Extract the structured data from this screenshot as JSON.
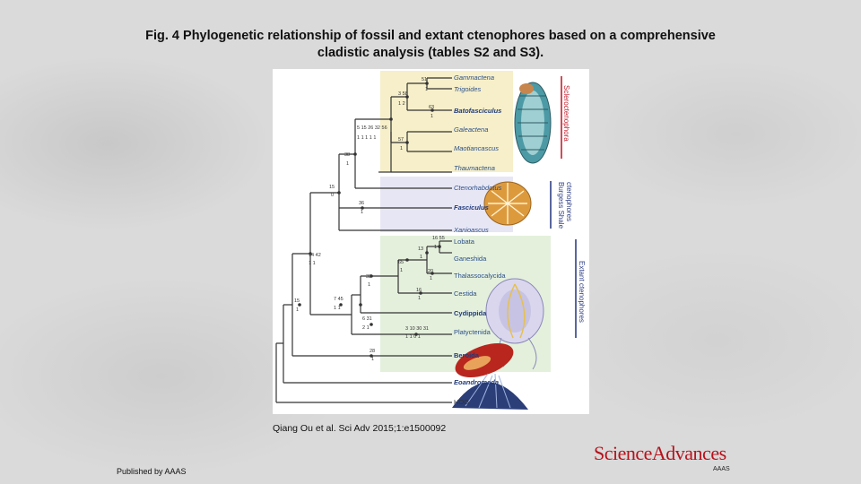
{
  "title": "Fig. 4 Phylogenetic relationship of fossil and extant ctenophores based on a comprehensive cladistic analysis (tables S2 and S3).",
  "caption": "Qiang Ou et al. Sci Adv 2015;1:e1500092",
  "published": "Published by AAAS",
  "logo": {
    "science": "Science",
    "advances": "Advances",
    "sub": "AAAS"
  },
  "colors": {
    "sclero_box": "#f6efc9",
    "burgess_box": "#e7e6f4",
    "extant_box": "#e4f0dc",
    "bold_taxon": "#203a7a",
    "taxon": "#2b4f8a",
    "sclero_bar": "#c3202f",
    "burgess_bar": "#2f3f86",
    "extant_bar": "#2f3f86"
  },
  "taxa": {
    "t1": "Gammactena",
    "t2": "Trigoides",
    "t3": "Batofasciculus",
    "t4": "Galeactena",
    "t5": "Maotiancascus",
    "t6": "Thaumactena",
    "t7": "Ctenorhabdotus",
    "t8": "Fasciculus",
    "t9": "Xanioascus",
    "t10": "Lobata",
    "t11": "Ganeshida",
    "t12": "Thalassocalycida",
    "t13": "Cestida",
    "t14": "Cydippida",
    "t15": "Platyctenida",
    "t16": "Beroida",
    "t17": "Eoandromeda",
    "t18": "HOG"
  },
  "groups": {
    "sclero": "Scleroctenophora",
    "burgess_1": "Burgess Shale",
    "burgess_2": "ctenophores",
    "extant": "Extant ctenophores"
  },
  "chars": {
    "c1a": "51",
    "c1b": "1",
    "c2a": "3 58",
    "c2b": "1 2",
    "c3a": "63",
    "c3b": "1",
    "c4a": "5 15 26 32 56",
    "c4b": "1 1 1 1 1",
    "c5a": "57",
    "c5b": "1",
    "c6a": "38",
    "c6b": "1",
    "c7a": "15",
    "c7b": "0",
    "c8a": "36",
    "c8b": "1",
    "c9a": "14 42",
    "c9b": "1 1",
    "c10a": "16 55",
    "c10b": "1 1",
    "c11a": "13",
    "c11b": "1",
    "c12a": "65",
    "c12b": "1",
    "c13a": "20",
    "c13b": "1",
    "c14a": "33",
    "c14b": "1",
    "c15a": "16",
    "c15b": "1",
    "c16a": "7 45",
    "c16b": "1 1",
    "c17a": "15",
    "c17b": "1",
    "c18a": "6 31",
    "c18b": "2 1",
    "c19a": "3 10 30 31",
    "c19b": "1 1 0 1",
    "c20a": "28",
    "c20b": "1"
  }
}
